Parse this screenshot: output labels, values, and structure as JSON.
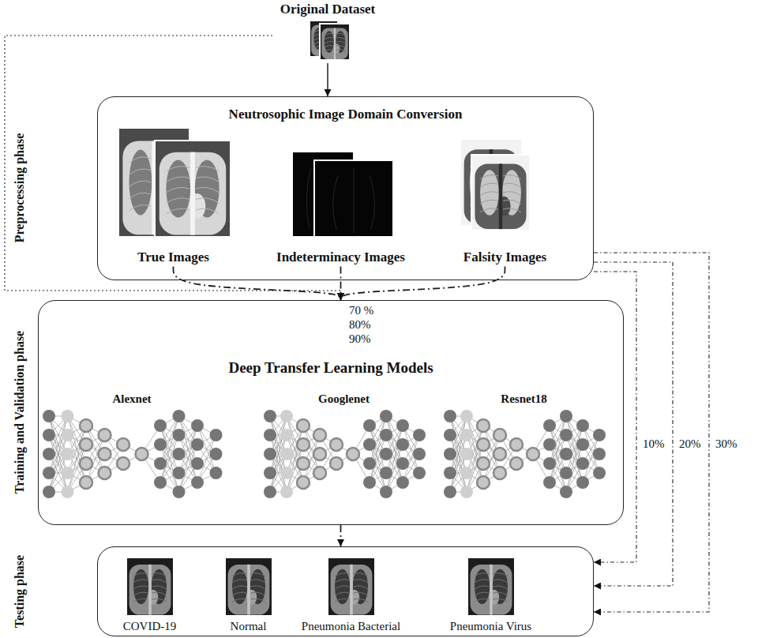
{
  "diagram": {
    "nodes": [
      {
        "text": [
          "Original Dataset"
        ]
      },
      {
        "text": [
          "Preprocessing phase",
          "Neutrosophic Image Domain Conversion"
        ]
      },
      {
        "text": [
          "True Images"
        ],
        "in": 1
      },
      {
        "text": [
          "Indeterminacy Images"
        ],
        "in": 1
      },
      {
        "text": [
          "Falsity Images"
        ],
        "in": 1
      },
      {
        "text": [
          "Training and Validation phase",
          "Deep Transfer Learning Models"
        ]
      },
      {
        "text": [
          "Alexnet"
        ],
        "in": 5
      },
      {
        "text": [
          "Googlenet"
        ],
        "in": 5
      },
      {
        "text": [
          "Resnet18"
        ],
        "in": 5
      },
      {
        "text": [
          "Testing phase"
        ]
      },
      {
        "text": [
          "COVID-19"
        ],
        "in": 9
      },
      {
        "text": [
          "Normal"
        ],
        "in": 9
      },
      {
        "text": [
          "Pneumonia Bacterial"
        ],
        "in": 9
      },
      {
        "text": [
          "Pneumonia Virus"
        ],
        "in": 9
      }
    ],
    "edges": [
      {
        "from": 0,
        "to": 1,
        "arrow": "to"
      },
      {
        "from": 0,
        "to": 5,
        "arrow": "to"
      },
      {
        "from": 2,
        "to": 5,
        "arrow": "to"
      },
      {
        "from": 3,
        "to": 5,
        "arrow": "to"
      },
      {
        "from": 4,
        "to": 5,
        "arrow": "to"
      },
      {
        "from": 1,
        "to": 9,
        "label": "10%",
        "arrow": "to"
      },
      {
        "from": 1,
        "to": 9,
        "label": "20%",
        "arrow": "to"
      },
      {
        "from": 1,
        "to": 9,
        "label": "30%",
        "arrow": "to"
      },
      {
        "from": 5,
        "to": 9,
        "arrow": "to"
      }
    ],
    "labels": [
      "70 %",
      "80%",
      "90%"
    ]
  }
}
